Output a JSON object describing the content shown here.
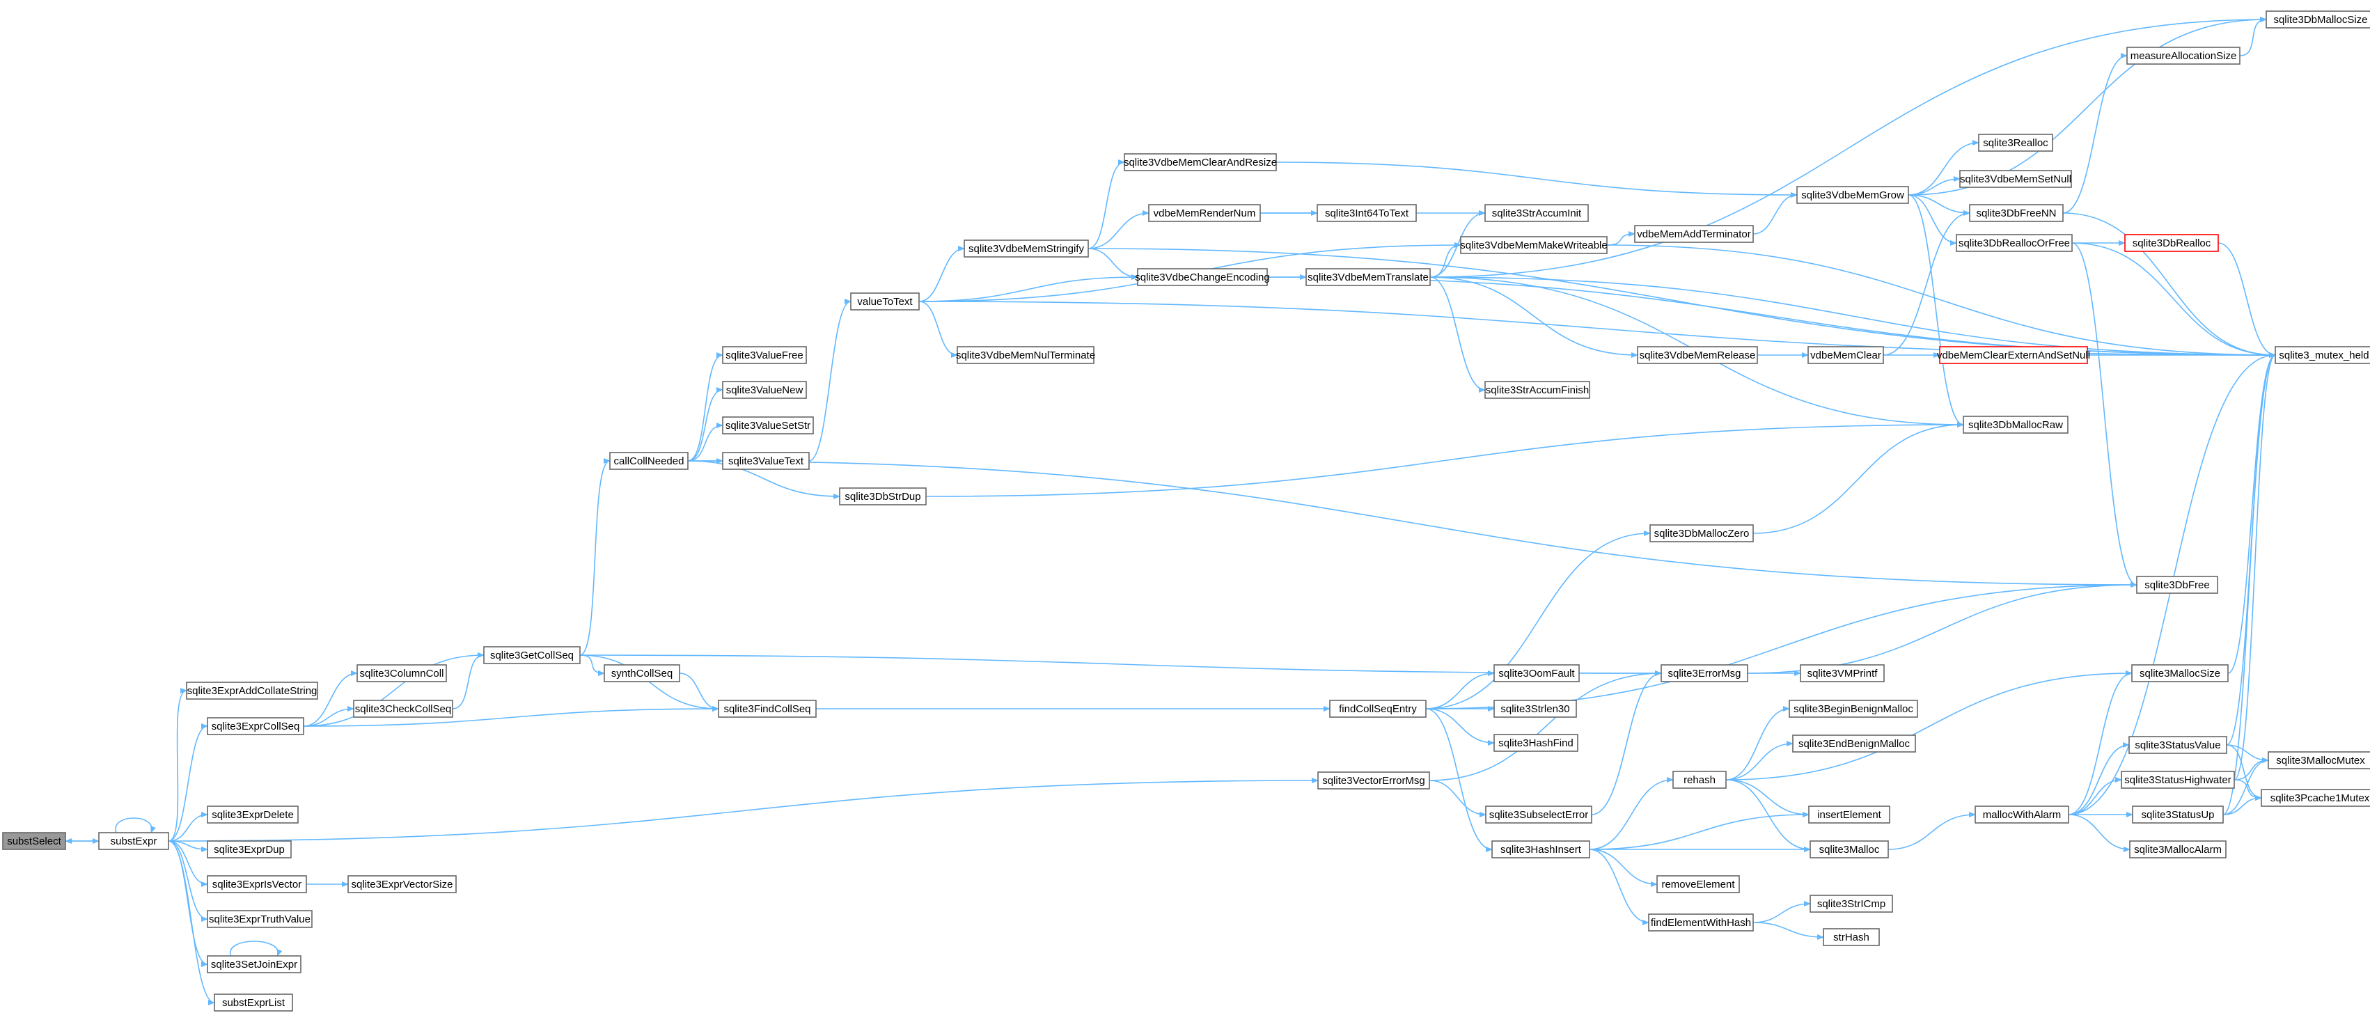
{
  "colors": {
    "edge": "#63b8ff",
    "node_border": "#666666",
    "start_fill": "#999999",
    "highlight_border": "#ff0000"
  },
  "nodes": [
    {
      "id": "substSelect",
      "label": "substSelect",
      "style": "start"
    },
    {
      "id": "substExpr",
      "label": "substExpr"
    },
    {
      "id": "sqlite3ExprAddCollateString",
      "label": "sqlite3ExprAddCollateString"
    },
    {
      "id": "sqlite3ExprCollSeq",
      "label": "sqlite3ExprCollSeq"
    },
    {
      "id": "sqlite3ExprDelete",
      "label": "sqlite3ExprDelete"
    },
    {
      "id": "sqlite3ExprDup",
      "label": "sqlite3ExprDup"
    },
    {
      "id": "sqlite3ExprIsVector",
      "label": "sqlite3ExprIsVector"
    },
    {
      "id": "sqlite3ExprTruthValue",
      "label": "sqlite3ExprTruthValue"
    },
    {
      "id": "sqlite3SetJoinExpr",
      "label": "sqlite3SetJoinExpr"
    },
    {
      "id": "substExprList",
      "label": "substExprList"
    },
    {
      "id": "sqlite3ExprVectorSize",
      "label": "sqlite3ExprVectorSize"
    },
    {
      "id": "sqlite3ColumnColl",
      "label": "sqlite3ColumnColl"
    },
    {
      "id": "sqlite3CheckCollSeq",
      "label": "sqlite3CheckCollSeq"
    },
    {
      "id": "sqlite3GetCollSeq",
      "label": "sqlite3GetCollSeq"
    },
    {
      "id": "synthCollSeq",
      "label": "synthCollSeq"
    },
    {
      "id": "sqlite3FindCollSeq",
      "label": "sqlite3FindCollSeq"
    },
    {
      "id": "callCollNeeded",
      "label": "callCollNeeded"
    },
    {
      "id": "sqlite3ValueFree",
      "label": "sqlite3ValueFree"
    },
    {
      "id": "sqlite3ValueNew",
      "label": "sqlite3ValueNew"
    },
    {
      "id": "sqlite3ValueSetStr",
      "label": "sqlite3ValueSetStr"
    },
    {
      "id": "sqlite3ValueText",
      "label": "sqlite3ValueText"
    },
    {
      "id": "sqlite3DbStrDup",
      "label": "sqlite3DbStrDup"
    },
    {
      "id": "valueToText",
      "label": "valueToText"
    },
    {
      "id": "sqlite3VdbeMemStringify",
      "label": "sqlite3VdbeMemStringify"
    },
    {
      "id": "sqlite3VdbeMemNulTerminate",
      "label": "sqlite3VdbeMemNulTerminate"
    },
    {
      "id": "sqlite3VdbeChangeEncoding",
      "label": "sqlite3VdbeChangeEncoding"
    },
    {
      "id": "sqlite3VdbeMemClearAndResize",
      "label": "sqlite3VdbeMemClearAndResize"
    },
    {
      "id": "vdbeMemRenderNum",
      "label": "vdbeMemRenderNum"
    },
    {
      "id": "sqlite3Int64ToText",
      "label": "sqlite3Int64ToText"
    },
    {
      "id": "sqlite3VdbeMemTranslate",
      "label": "sqlite3VdbeMemTranslate"
    },
    {
      "id": "sqlite3StrAccumInit",
      "label": "sqlite3StrAccumInit"
    },
    {
      "id": "sqlite3VdbeMemMakeWriteable",
      "label": "sqlite3VdbeMemMakeWriteable"
    },
    {
      "id": "sqlite3VdbeMemRelease",
      "label": "sqlite3VdbeMemRelease"
    },
    {
      "id": "sqlite3StrAccumFinish",
      "label": "sqlite3StrAccumFinish"
    },
    {
      "id": "vdbeMemAddTerminator",
      "label": "vdbeMemAddTerminator"
    },
    {
      "id": "vdbeMemClear",
      "label": "vdbeMemClear"
    },
    {
      "id": "sqlite3VdbeMemGrow",
      "label": "sqlite3VdbeMemGrow"
    },
    {
      "id": "sqlite3Realloc",
      "label": "sqlite3Realloc"
    },
    {
      "id": "sqlite3VdbeMemSetNull",
      "label": "sqlite3VdbeMemSetNull"
    },
    {
      "id": "sqlite3DbFreeNN",
      "label": "sqlite3DbFreeNN"
    },
    {
      "id": "sqlite3DbReallocOrFree",
      "label": "sqlite3DbReallocOrFree"
    },
    {
      "id": "vdbeMemClearExternAndSetNull",
      "label": "vdbeMemClearExternAndSetNull",
      "style": "red"
    },
    {
      "id": "sqlite3DbMallocRaw",
      "label": "sqlite3DbMallocRaw"
    },
    {
      "id": "sqlite3DbMallocZero",
      "label": "sqlite3DbMallocZero"
    },
    {
      "id": "measureAllocationSize",
      "label": "measureAllocationSize"
    },
    {
      "id": "sqlite3DbMallocSize",
      "label": "sqlite3DbMallocSize"
    },
    {
      "id": "sqlite3DbRealloc",
      "label": "sqlite3DbRealloc",
      "style": "red"
    },
    {
      "id": "sqlite3_mutex_held",
      "label": "sqlite3_mutex_held"
    },
    {
      "id": "sqlite3DbFree",
      "label": "sqlite3DbFree"
    },
    {
      "id": "findCollSeqEntry",
      "label": "findCollSeqEntry"
    },
    {
      "id": "sqlite3OomFault",
      "label": "sqlite3OomFault"
    },
    {
      "id": "sqlite3Strlen30",
      "label": "sqlite3Strlen30"
    },
    {
      "id": "sqlite3HashFind",
      "label": "sqlite3HashFind"
    },
    {
      "id": "sqlite3ErrorMsg",
      "label": "sqlite3ErrorMsg"
    },
    {
      "id": "sqlite3VMPrintf",
      "label": "sqlite3VMPrintf"
    },
    {
      "id": "sqlite3VectorErrorMsg",
      "label": "sqlite3VectorErrorMsg"
    },
    {
      "id": "sqlite3SubselectError",
      "label": "sqlite3SubselectError"
    },
    {
      "id": "sqlite3HashInsert",
      "label": "sqlite3HashInsert"
    },
    {
      "id": "rehash",
      "label": "rehash"
    },
    {
      "id": "removeElement",
      "label": "removeElement"
    },
    {
      "id": "findElementWithHash",
      "label": "findElementWithHash"
    },
    {
      "id": "sqlite3BeginBenignMalloc",
      "label": "sqlite3BeginBenignMalloc"
    },
    {
      "id": "sqlite3EndBenignMalloc",
      "label": "sqlite3EndBenignMalloc"
    },
    {
      "id": "insertElement",
      "label": "insertElement"
    },
    {
      "id": "sqlite3Malloc",
      "label": "sqlite3Malloc"
    },
    {
      "id": "sqlite3StrICmp",
      "label": "sqlite3StrICmp"
    },
    {
      "id": "strHash",
      "label": "strHash"
    },
    {
      "id": "mallocWithAlarm",
      "label": "mallocWithAlarm"
    },
    {
      "id": "sqlite3MallocSize",
      "label": "sqlite3MallocSize"
    },
    {
      "id": "sqlite3StatusValue",
      "label": "sqlite3StatusValue"
    },
    {
      "id": "sqlite3StatusHighwater",
      "label": "sqlite3StatusHighwater"
    },
    {
      "id": "sqlite3StatusUp",
      "label": "sqlite3StatusUp"
    },
    {
      "id": "sqlite3MallocAlarm",
      "label": "sqlite3MallocAlarm"
    },
    {
      "id": "sqlite3MallocMutex",
      "label": "sqlite3MallocMutex"
    },
    {
      "id": "sqlite3Pcache1Mutex",
      "label": "sqlite3Pcache1Mutex"
    }
  ],
  "edges": [
    [
      "substSelect",
      "substExpr"
    ],
    [
      "substExpr",
      "substSelect"
    ],
    [
      "substExpr",
      "substExpr"
    ],
    [
      "substExpr",
      "sqlite3ExprAddCollateString"
    ],
    [
      "substExpr",
      "sqlite3ExprCollSeq"
    ],
    [
      "substExpr",
      "sqlite3ExprDelete"
    ],
    [
      "substExpr",
      "sqlite3ExprDup"
    ],
    [
      "substExpr",
      "sqlite3ExprIsVector"
    ],
    [
      "substExpr",
      "sqlite3ExprTruthValue"
    ],
    [
      "substExpr",
      "sqlite3SetJoinExpr"
    ],
    [
      "substExpr",
      "substExprList"
    ],
    [
      "substExpr",
      "sqlite3VectorErrorMsg"
    ],
    [
      "sqlite3ExprIsVector",
      "sqlite3ExprVectorSize"
    ],
    [
      "sqlite3SetJoinExpr",
      "sqlite3SetJoinExpr"
    ],
    [
      "sqlite3ExprCollSeq",
      "sqlite3ColumnColl"
    ],
    [
      "sqlite3ExprCollSeq",
      "sqlite3CheckCollSeq"
    ],
    [
      "sqlite3ExprCollSeq",
      "sqlite3GetCollSeq"
    ],
    [
      "sqlite3ExprCollSeq",
      "sqlite3FindCollSeq"
    ],
    [
      "sqlite3CheckCollSeq",
      "sqlite3GetCollSeq"
    ],
    [
      "sqlite3GetCollSeq",
      "callCollNeeded"
    ],
    [
      "sqlite3GetCollSeq",
      "synthCollSeq"
    ],
    [
      "sqlite3GetCollSeq",
      "sqlite3FindCollSeq"
    ],
    [
      "sqlite3GetCollSeq",
      "sqlite3ErrorMsg"
    ],
    [
      "synthCollSeq",
      "sqlite3FindCollSeq"
    ],
    [
      "sqlite3FindCollSeq",
      "findCollSeqEntry"
    ],
    [
      "callCollNeeded",
      "sqlite3ValueFree"
    ],
    [
      "callCollNeeded",
      "sqlite3ValueNew"
    ],
    [
      "callCollNeeded",
      "sqlite3ValueSetStr"
    ],
    [
      "callCollNeeded",
      "sqlite3ValueText"
    ],
    [
      "callCollNeeded",
      "sqlite3DbStrDup"
    ],
    [
      "callCollNeeded",
      "sqlite3DbFree"
    ],
    [
      "sqlite3ValueText",
      "valueToText"
    ],
    [
      "sqlite3DbStrDup",
      "sqlite3DbMallocRaw"
    ],
    [
      "valueToText",
      "sqlite3VdbeMemStringify"
    ],
    [
      "valueToText",
      "sqlite3VdbeMemNulTerminate"
    ],
    [
      "valueToText",
      "sqlite3VdbeChangeEncoding"
    ],
    [
      "valueToText",
      "sqlite3VdbeMemMakeWriteable"
    ],
    [
      "valueToText",
      "sqlite3_mutex_held"
    ],
    [
      "sqlite3VdbeMemStringify",
      "sqlite3VdbeMemClearAndResize"
    ],
    [
      "sqlite3VdbeMemStringify",
      "vdbeMemRenderNum"
    ],
    [
      "sqlite3VdbeMemStringify",
      "sqlite3VdbeChangeEncoding"
    ],
    [
      "sqlite3VdbeMemStringify",
      "sqlite3_mutex_held"
    ],
    [
      "sqlite3VdbeMemClearAndResize",
      "sqlite3VdbeMemGrow"
    ],
    [
      "vdbeMemRenderNum",
      "sqlite3Int64ToText"
    ],
    [
      "vdbeMemRenderNum",
      "sqlite3StrAccumInit"
    ],
    [
      "sqlite3VdbeChangeEncoding",
      "sqlite3VdbeMemTranslate"
    ],
    [
      "sqlite3VdbeChangeEncoding",
      "sqlite3_mutex_held"
    ],
    [
      "sqlite3VdbeMemTranslate",
      "sqlite3StrAccumInit"
    ],
    [
      "sqlite3VdbeMemTranslate",
      "sqlite3VdbeMemMakeWriteable"
    ],
    [
      "sqlite3VdbeMemTranslate",
      "sqlite3VdbeMemRelease"
    ],
    [
      "sqlite3VdbeMemTranslate",
      "sqlite3StrAccumFinish"
    ],
    [
      "sqlite3VdbeMemTranslate",
      "sqlite3DbMallocRaw"
    ],
    [
      "sqlite3VdbeMemTranslate",
      "sqlite3_mutex_held"
    ],
    [
      "sqlite3VdbeMemTranslate",
      "sqlite3DbMallocSize"
    ],
    [
      "sqlite3VdbeMemMakeWriteable",
      "vdbeMemAddTerminator"
    ],
    [
      "sqlite3VdbeMemMakeWriteable",
      "sqlite3_mutex_held"
    ],
    [
      "vdbeMemAddTerminator",
      "sqlite3VdbeMemGrow"
    ],
    [
      "sqlite3VdbeMemRelease",
      "vdbeMemClear"
    ],
    [
      "vdbeMemClear",
      "vdbeMemClearExternAndSetNull"
    ],
    [
      "vdbeMemClear",
      "sqlite3DbFreeNN"
    ],
    [
      "vdbeMemClearExternAndSetNull",
      "sqlite3_mutex_held"
    ],
    [
      "sqlite3VdbeMemGrow",
      "sqlite3Realloc"
    ],
    [
      "sqlite3VdbeMemGrow",
      "sqlite3VdbeMemSetNull"
    ],
    [
      "sqlite3VdbeMemGrow",
      "sqlite3DbFreeNN"
    ],
    [
      "sqlite3VdbeMemGrow",
      "sqlite3DbReallocOrFree"
    ],
    [
      "sqlite3VdbeMemGrow",
      "sqlite3DbMallocRaw"
    ],
    [
      "sqlite3VdbeMemGrow",
      "sqlite3DbMallocSize"
    ],
    [
      "sqlite3DbFreeNN",
      "measureAllocationSize"
    ],
    [
      "sqlite3DbFreeNN",
      "sqlite3_mutex_held"
    ],
    [
      "measureAllocationSize",
      "sqlite3DbMallocSize"
    ],
    [
      "sqlite3DbReallocOrFree",
      "sqlite3DbRealloc"
    ],
    [
      "sqlite3DbReallocOrFree",
      "sqlite3DbFree"
    ],
    [
      "sqlite3DbReallocOrFree",
      "sqlite3_mutex_held"
    ],
    [
      "sqlite3DbRealloc",
      "sqlite3_mutex_held"
    ],
    [
      "sqlite3DbMallocZero",
      "sqlite3DbMallocRaw"
    ],
    [
      "findCollSeqEntry",
      "sqlite3DbMallocZero"
    ],
    [
      "findCollSeqEntry",
      "sqlite3DbFree"
    ],
    [
      "findCollSeqEntry",
      "sqlite3OomFault"
    ],
    [
      "findCollSeqEntry",
      "sqlite3Strlen30"
    ],
    [
      "findCollSeqEntry",
      "sqlite3HashFind"
    ],
    [
      "findCollSeqEntry",
      "sqlite3HashInsert"
    ],
    [
      "sqlite3OomFault",
      "sqlite3ErrorMsg"
    ],
    [
      "sqlite3ErrorMsg",
      "sqlite3VMPrintf"
    ],
    [
      "sqlite3ErrorMsg",
      "sqlite3DbFree"
    ],
    [
      "sqlite3VectorErrorMsg",
      "sqlite3ErrorMsg"
    ],
    [
      "sqlite3VectorErrorMsg",
      "sqlite3SubselectError"
    ],
    [
      "sqlite3SubselectError",
      "sqlite3ErrorMsg"
    ],
    [
      "sqlite3HashInsert",
      "rehash"
    ],
    [
      "sqlite3HashInsert",
      "insertElement"
    ],
    [
      "sqlite3HashInsert",
      "sqlite3Malloc"
    ],
    [
      "sqlite3HashInsert",
      "removeElement"
    ],
    [
      "sqlite3HashInsert",
      "findElementWithHash"
    ],
    [
      "rehash",
      "sqlite3BeginBenignMalloc"
    ],
    [
      "rehash",
      "sqlite3EndBenignMalloc"
    ],
    [
      "rehash",
      "insertElement"
    ],
    [
      "rehash",
      "sqlite3Malloc"
    ],
    [
      "rehash",
      "sqlite3MallocSize"
    ],
    [
      "findElementWithHash",
      "sqlite3StrICmp"
    ],
    [
      "findElementWithHash",
      "strHash"
    ],
    [
      "sqlite3Malloc",
      "mallocWithAlarm"
    ],
    [
      "mallocWithAlarm",
      "sqlite3MallocSize"
    ],
    [
      "mallocWithAlarm",
      "sqlite3StatusValue"
    ],
    [
      "mallocWithAlarm",
      "sqlite3StatusHighwater"
    ],
    [
      "mallocWithAlarm",
      "sqlite3StatusUp"
    ],
    [
      "mallocWithAlarm",
      "sqlite3MallocAlarm"
    ],
    [
      "mallocWithAlarm",
      "sqlite3_mutex_held"
    ],
    [
      "sqlite3StatusValue",
      "sqlite3MallocMutex"
    ],
    [
      "sqlite3StatusValue",
      "sqlite3Pcache1Mutex"
    ],
    [
      "sqlite3StatusValue",
      "sqlite3_mutex_held"
    ],
    [
      "sqlite3StatusHighwater",
      "sqlite3MallocMutex"
    ],
    [
      "sqlite3StatusHighwater",
      "sqlite3Pcache1Mutex"
    ],
    [
      "sqlite3StatusHighwater",
      "sqlite3_mutex_held"
    ],
    [
      "sqlite3StatusUp",
      "sqlite3MallocMutex"
    ],
    [
      "sqlite3StatusUp",
      "sqlite3Pcache1Mutex"
    ],
    [
      "sqlite3StatusUp",
      "sqlite3_mutex_held"
    ],
    [
      "sqlite3MallocSize",
      "sqlite3_mutex_held"
    ]
  ]
}
